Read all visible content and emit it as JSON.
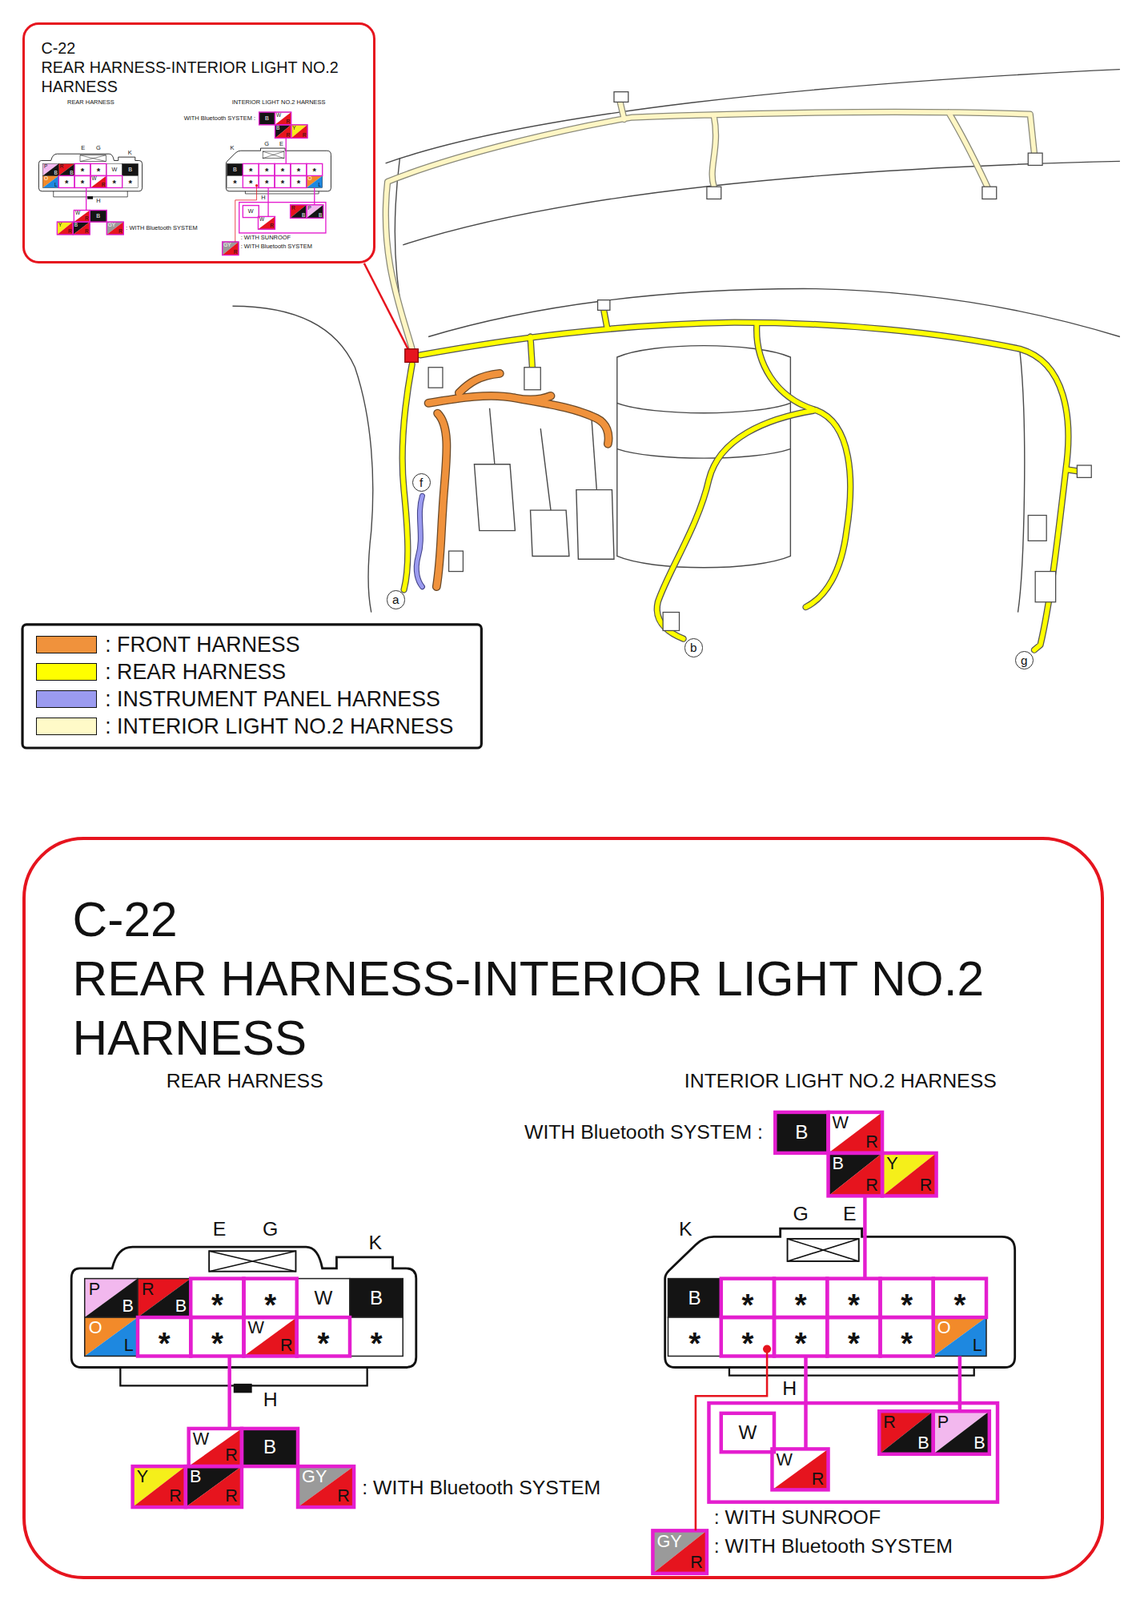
{
  "diagram": {
    "nodes": [
      {
        "text": [
          "C-22",
          "REAR HARNESS-INTERIOR LIGHT NO.2 HARNESS"
        ]
      },
      {
        "text": [
          "f"
        ]
      },
      {
        "text": [
          "a"
        ]
      },
      {
        "text": [
          "b"
        ]
      },
      {
        "text": [
          "g"
        ]
      },
      {
        "text": [
          "C-22",
          "REAR HARNESS-INTERIOR LIGHT NO.2 HARNESS"
        ]
      }
    ],
    "labels": [
      "REAR HARNESS",
      "INTERIOR LIGHT NO.2 HARNESS",
      "WITH Bluetooth SYSTEM :",
      "E",
      "G",
      "K",
      "G",
      "E",
      "K",
      "H",
      "H",
      ": WITH Bluetooth SYSTEM",
      ": WITH SUNROOF",
      ": WITH Bluetooth SYSTEM",
      "P",
      "B",
      "R",
      "B",
      "*",
      "*",
      "W",
      "B",
      "O",
      "L",
      "*",
      "*",
      "W",
      "R",
      "*",
      "*",
      "W",
      "R",
      "B",
      "Y",
      "R",
      "B",
      "R",
      "GY",
      "R",
      "B",
      "W",
      "R",
      "B",
      "R",
      "Y",
      "R",
      "B",
      "*",
      "*",
      "*",
      "*",
      "*",
      "*",
      "*",
      "*",
      "*",
      "*",
      "O",
      "L",
      "W",
      "W",
      "R",
      "R",
      "B",
      "P",
      "B",
      "GY",
      "R",
      "REAR HARNESS",
      "INTERIOR LIGHT NO.2 HARNESS",
      "WITH Bluetooth SYSTEM :",
      "E",
      "G",
      "K",
      "G",
      "E",
      "K",
      "H",
      "H",
      ": WITH Bluetooth SYSTEM",
      ": WITH SUNROOF",
      ": WITH Bluetooth SYSTEM",
      "P",
      "B",
      "R",
      "B",
      "*",
      "*",
      "W",
      "B",
      "O",
      "L",
      "*",
      "*",
      "W",
      "R",
      "*",
      "*",
      "W",
      "R",
      "B",
      "Y",
      "R",
      "B",
      "R",
      "GY",
      "R",
      "B",
      "W",
      "R",
      "B",
      "R",
      "Y",
      "R",
      "B",
      "*",
      "*",
      "*",
      "*",
      "*",
      "*",
      "*",
      "*",
      "*",
      "*",
      "O",
      "L",
      "W",
      "W",
      "R",
      "R",
      "B",
      "P",
      "B",
      "GY",
      "R"
    ],
    "legend": [
      {
        "text": ": FRONT HARNESS",
        "color": "#f0923c"
      },
      {
        "text": ": REAR HARNESS",
        "color": "#ffff00"
      },
      {
        "text": ": INSTRUMENT PANEL HARNESS",
        "color": "#9b9bf0"
      },
      {
        "text": ": INTERIOR LIGHT NO.2 HARNESS",
        "color": "#fffac8"
      }
    ]
  }
}
